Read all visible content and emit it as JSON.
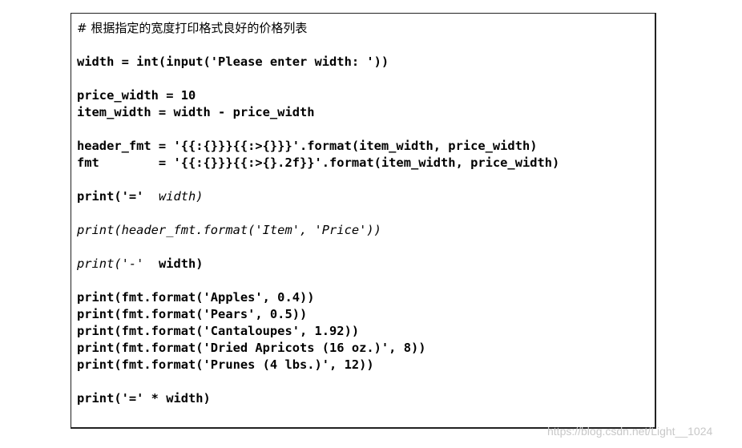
{
  "code": {
    "comment": "# 根据指定的宽度打印格式良好的价格列表",
    "input_line": "width = int(input('Please enter width: '))",
    "price_width_line": "price_width = 10",
    "item_width_line": "item_width = width - price_width",
    "header_fmt_line": "header_fmt = '{{:{}}}{{:>{}}}'.format(item_width, price_width)",
    "fmt_line": "fmt        = '{{:{}}}{{:>{}.2f}}'.format(item_width, price_width)",
    "print_eq_prefix": "print('='",
    "print_eq_italic": "  width)",
    "print_header_line": "print(header_fmt.format('Item', 'Price'))",
    "print_dash_italic": "print('-'",
    "print_dash_rest": "  width)",
    "rows": [
      "print(fmt.format('Apples', 0.4))",
      "print(fmt.format('Pears', 0.5))",
      "print(fmt.format('Cantaloupes', 1.92))",
      "print(fmt.format('Dried Apricots (16 oz.)', 8))",
      "print(fmt.format('Prunes (4 lbs.)', 12))"
    ],
    "final_line": "print('=' * width)"
  },
  "watermark": "https://blog.csdn.net/Light__1024"
}
